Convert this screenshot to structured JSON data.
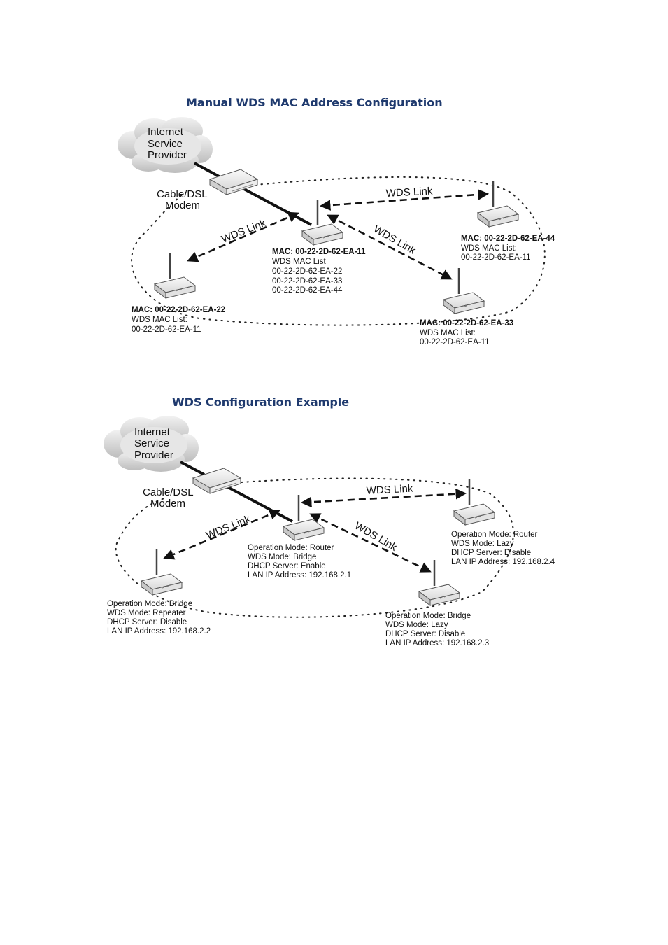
{
  "diagrams": [
    {
      "title": "Manual WDS MAC Address Configuration",
      "isp": [
        "Internet",
        "Service",
        "Provider"
      ],
      "modem": [
        "Cable/DSL",
        "Modem"
      ],
      "links": [
        "WDS Link",
        "WDS Link",
        "WDS Link"
      ],
      "nodes": [
        {
          "lines": [
            "MAC: 00-22-2D-62-EA-11",
            "WDS MAC List",
            "00-22-2D-62-EA-22",
            "00-22-2D-62-EA-33",
            "00-22-2D-62-EA-44"
          ]
        },
        {
          "lines": [
            "MAC: 00-22-2D-62-EA-22",
            "WDS MAC List:",
            "00-22-2D-62-EA-11"
          ]
        },
        {
          "lines": [
            "MAC: 00-22-2D-62-EA-44",
            "WDS MAC List:",
            "00-22-2D-62-EA-11"
          ]
        },
        {
          "lines": [
            "MAC: 00-22-2D-62-EA-33",
            "WDS MAC List:",
            "00-22-2D-62-EA-11"
          ]
        }
      ]
    },
    {
      "title": "WDS Configuration Example",
      "isp": [
        "Internet",
        "Service",
        "Provider"
      ],
      "modem": [
        "Cable/DSL",
        "Modem"
      ],
      "links": [
        "WDS Link",
        "WDS Link",
        "WDS Link"
      ],
      "nodes": [
        {
          "lines": [
            "Operation Mode: Router",
            "WDS Mode: Bridge",
            "DHCP Server: Enable",
            "LAN IP Address: 192.168.2.1"
          ]
        },
        {
          "lines": [
            "Operation Mode: Bridge",
            "WDS Mode: Repeater",
            "DHCP Server: Disable",
            "LAN IP Address: 192.168.2.2"
          ]
        },
        {
          "lines": [
            "Operation Mode: Router",
            "WDS Mode: Lazy",
            "DHCP Server: Disable",
            "LAN IP Address: 192.168.2.4"
          ]
        },
        {
          "lines": [
            "Operation Mode: Bridge",
            "WDS Mode: Lazy",
            "DHCP Server: Disable",
            "LAN IP Address: 192.168.2.3"
          ]
        }
      ]
    }
  ]
}
